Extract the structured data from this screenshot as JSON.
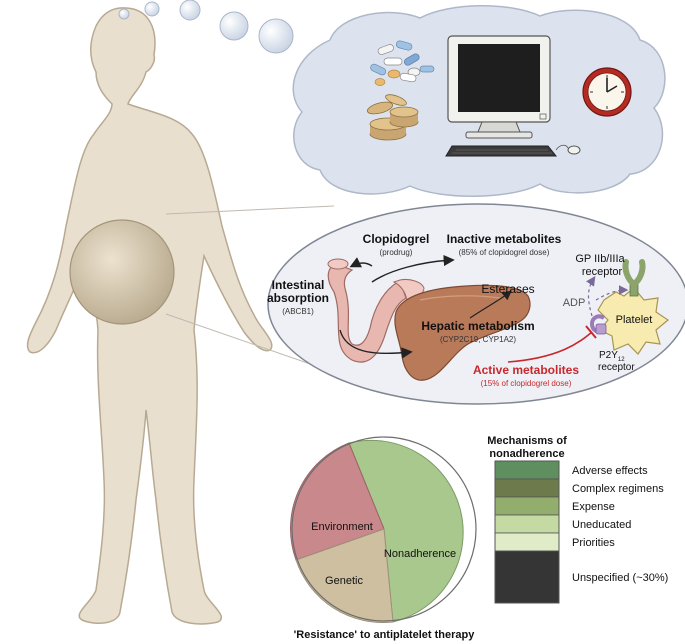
{
  "colors": {
    "body_fill": "#e9dfcf",
    "body_stroke": "#b8aa92",
    "cloud_fill": "#dde3ee",
    "oval_fill": "#eef0f6",
    "gut_fill": "#e8b7b0",
    "liver_fill": "#b97a5a",
    "active_red": "#c8282c",
    "pie_green": "#a9c88e",
    "pie_red": "#c9888b",
    "pie_tan": "#cdbf9f"
  },
  "thought_cloud": {
    "icons": [
      "pills-icon",
      "coins-icon",
      "computer-icon",
      "clock-icon"
    ]
  },
  "pathway": {
    "clopidogrel": {
      "title": "Clopidogrel",
      "sub": "(prodrug)"
    },
    "inactive": {
      "title": "Inactive metabolites",
      "sub": "(85% of clopidogrel dose)"
    },
    "intestinal": {
      "line1": "Intestinal",
      "line2": "absorption",
      "sub": "(ABCB1)"
    },
    "esterases": "Esterases",
    "hepatic": {
      "title": "Hepatic metabolism",
      "sub": "(CYP2C19, CYP1A2)"
    },
    "active": {
      "title": "Active metabolites",
      "sub": "(15% of clopidogrel dose)"
    },
    "gp": {
      "line1": "GP IIb/IIIa",
      "line2": "receptor"
    },
    "adp": "ADP",
    "platelet": "Platelet",
    "p2y": {
      "base": "P2Y",
      "subscript": "12",
      "line2": "receptor"
    }
  },
  "chart_data": {
    "type": "pie",
    "title": "'Resistance' to antiplatelet therapy",
    "slices": [
      {
        "label": "Nonadherence"
      },
      {
        "label": "Environment"
      },
      {
        "label": "Genetic"
      }
    ]
  },
  "mechanisms": {
    "title_line1": "Mechanisms of",
    "title_line2": "nonadherence",
    "items": [
      {
        "label": "Adverse effects",
        "color": "#5f8f5e"
      },
      {
        "label": "Complex regimens",
        "color": "#6c7a4c"
      },
      {
        "label": "Expense",
        "color": "#93ad6c"
      },
      {
        "label": "Uneducated",
        "color": "#c5d9a3"
      },
      {
        "label": "Priorities",
        "color": "#e0ebc8"
      },
      {
        "label": "Unspecified (~30%)",
        "color": "#353535"
      }
    ]
  }
}
